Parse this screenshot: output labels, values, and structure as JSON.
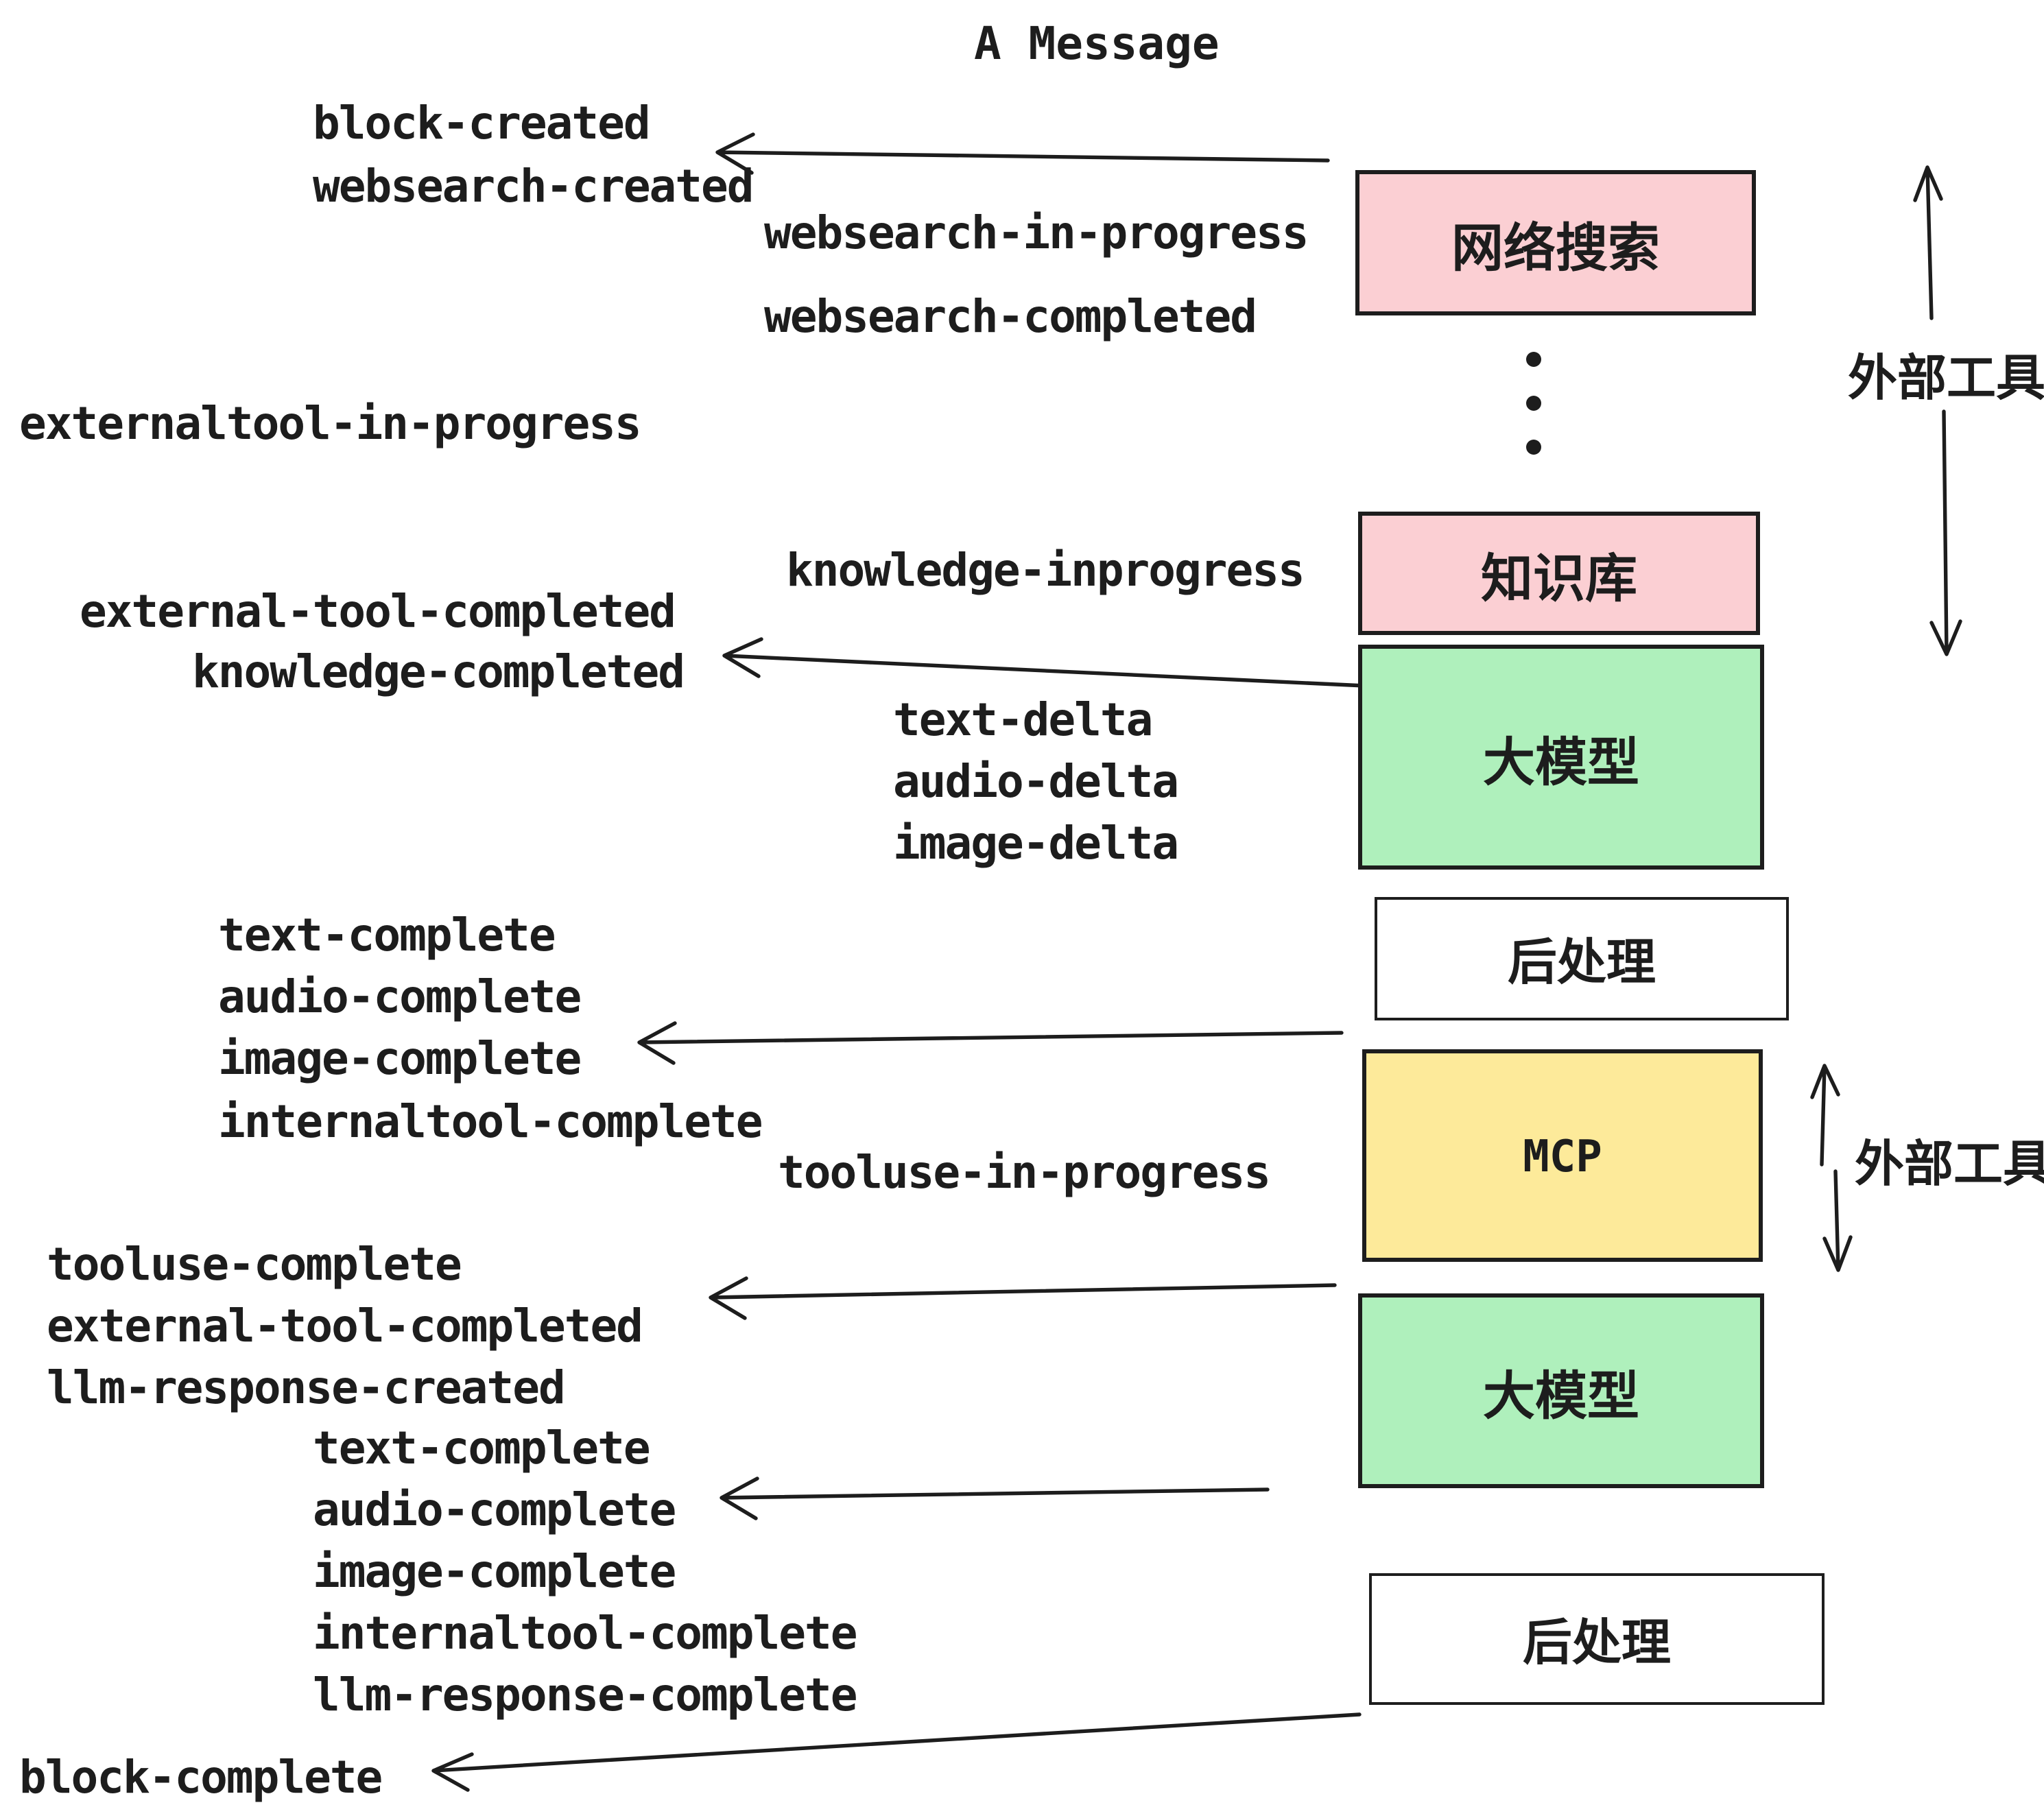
{
  "title": "A Message",
  "palette": {
    "pink": "#fbcfd3",
    "green": "#aff0bc",
    "yellow": "#fdea9a",
    "white": "#ffffff",
    "ink": "#1d1d1d"
  },
  "boxes": [
    {
      "label": "网络搜索",
      "color": "#fbcfd3"
    },
    {
      "label": "知识库",
      "color": "#fbcfd3"
    },
    {
      "label": "大模型",
      "color": "#aff0bc"
    },
    {
      "label": "后处理",
      "color": "#ffffff"
    },
    {
      "label": "MCP",
      "color": "#fdea9a"
    },
    {
      "label": "大模型",
      "color": "#aff0bc"
    },
    {
      "label": "后处理",
      "color": "#ffffff"
    }
  ],
  "side_labels": [
    {
      "label": "外部工具"
    },
    {
      "label": "外部工具"
    }
  ],
  "icons": {
    "ellipsis": "vertical-ellipsis"
  },
  "events": [
    {
      "label": "block-created"
    },
    {
      "label": "websearch-created"
    },
    {
      "label": "websearch-in-progress"
    },
    {
      "label": "websearch-completed"
    },
    {
      "label": "externaltool-in-progress"
    },
    {
      "label": "knowledge-inprogress"
    },
    {
      "label": "external-tool-completed"
    },
    {
      "label": "knowledge-completed"
    },
    {
      "label": "text-delta"
    },
    {
      "label": "audio-delta"
    },
    {
      "label": "image-delta"
    },
    {
      "label": "text-complete"
    },
    {
      "label": "audio-complete"
    },
    {
      "label": "image-complete"
    },
    {
      "label": "internaltool-complete"
    },
    {
      "label": "tooluse-in-progress"
    },
    {
      "label": "tooluse-complete"
    },
    {
      "label": "external-tool-completed"
    },
    {
      "label": "llm-response-created"
    },
    {
      "label": "text-complete"
    },
    {
      "label": "audio-complete"
    },
    {
      "label": "image-complete"
    },
    {
      "label": "internaltool-complete"
    },
    {
      "label": "llm-response-complete"
    },
    {
      "label": "block-complete"
    }
  ]
}
